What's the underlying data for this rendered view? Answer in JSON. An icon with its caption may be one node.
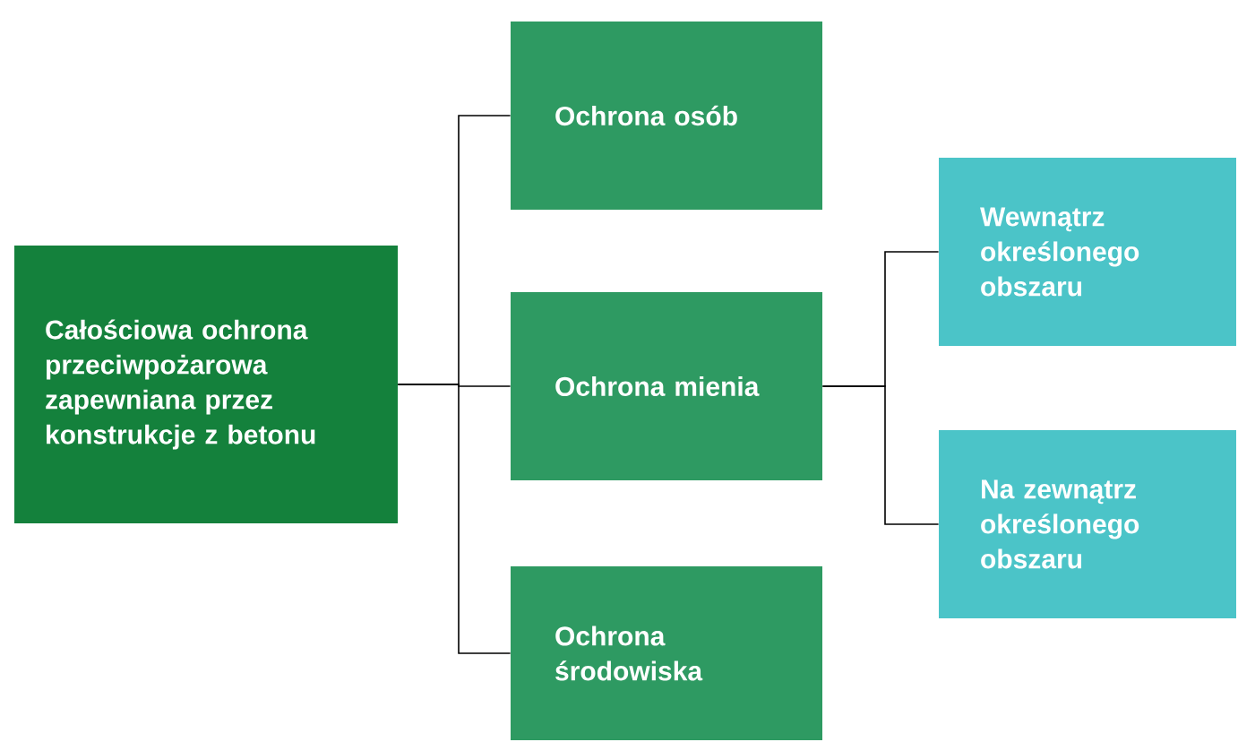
{
  "diagram": {
    "nodes": [
      {
        "text": [
          "Całościowa ochrona przeciwpożarowa zapewniana przez konstrukcje z betonu"
        ]
      },
      {
        "text": [
          "Ochrona osób"
        ]
      },
      {
        "text": [
          "Ochrona mienia"
        ]
      },
      {
        "text": [
          "Ochrona środowiska"
        ]
      },
      {
        "text": [
          "Wewnątrz określonego obszaru"
        ]
      },
      {
        "text": [
          "Na zewnątrz określonego obszaru"
        ]
      }
    ],
    "edges": [
      {
        "from": 0,
        "to": 1,
        "arrow": "none"
      },
      {
        "from": 0,
        "to": 2,
        "arrow": "none"
      },
      {
        "from": 0,
        "to": 3,
        "arrow": "none"
      },
      {
        "from": 2,
        "to": 4,
        "arrow": "none"
      },
      {
        "from": 2,
        "to": 5,
        "arrow": "none"
      }
    ]
  }
}
